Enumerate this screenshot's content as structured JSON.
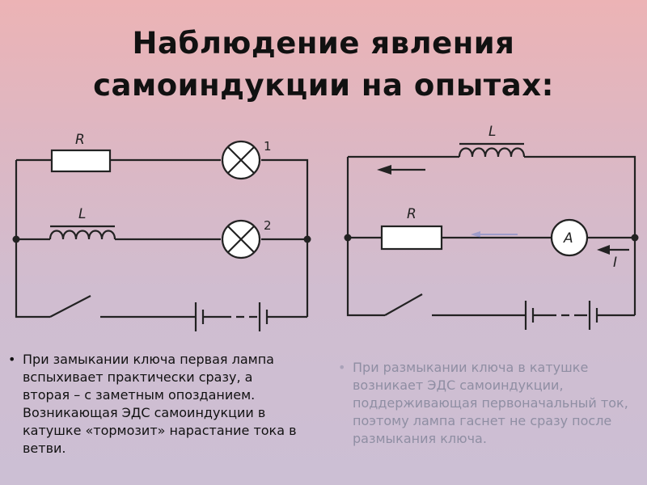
{
  "title": {
    "line1": "Наблюдение явления",
    "line2": "самоиндукции на опытах:"
  },
  "left_circuit": {
    "resistor_label": "R",
    "inductor_label": "L",
    "lamp1_label": "1",
    "lamp2_label": "2"
  },
  "right_circuit": {
    "inductor_label": "L",
    "resistor_label": "R",
    "ammeter_label": "A",
    "current_label": "I"
  },
  "bullets": {
    "left": "При замыкании ключа первая лампа вспыхивает практически сразу, а вторая – с заметным опозданием. Возникающая ЭДС самоиндукции в катушке «тормозит» нарастание тока в ветви.",
    "right": "При размыкании ключа в катушке возникает ЭДС самоиндукции, поддерживающая первоначальный ток, поэтому лампа гаснет не сразу после размыкания ключа."
  },
  "colors": {
    "bullet_right_text": "#8f8ea3",
    "wire": "#222222"
  }
}
